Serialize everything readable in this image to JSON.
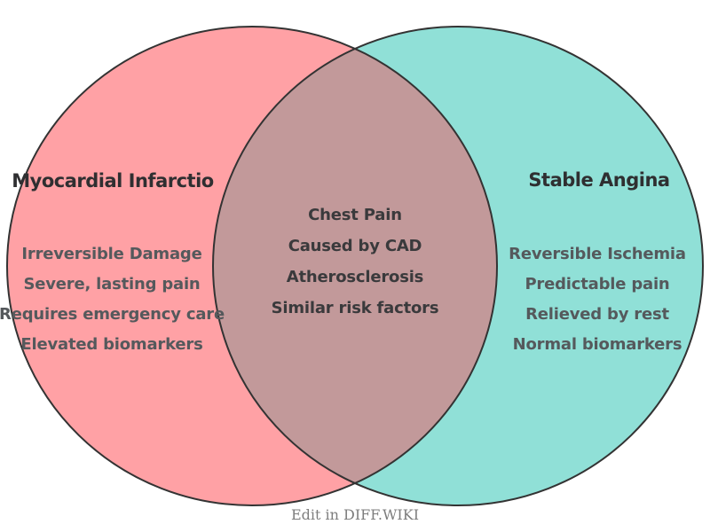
{
  "diagram": {
    "type": "venn",
    "colors": {
      "left_fill": "#ffa1a5",
      "right_fill": "#90e0d7",
      "overlap_fill": "#c2999a",
      "outline": "#333333",
      "title_text": "#2f2f31",
      "side_text": "#55595c",
      "center_text": "#3a3a3c",
      "footer_text": "#7d7d7d"
    },
    "left_set": {
      "title": "Myocardial Infarctio",
      "items": [
        "Irreversible Damage",
        "Severe, lasting pain",
        "Requires emergency care",
        "Elevated biomarkers"
      ]
    },
    "overlap_set": {
      "items": [
        "Chest Pain",
        "Caused by CAD",
        "Atherosclerosis",
        "Similar risk factors"
      ]
    },
    "right_set": {
      "title": "Stable Angina",
      "items": [
        "Reversible Ischemia",
        "Predictable pain",
        "Relieved by rest",
        "Normal biomarkers"
      ]
    },
    "footer": {
      "label": "Edit in DIFF.WIKI"
    }
  }
}
